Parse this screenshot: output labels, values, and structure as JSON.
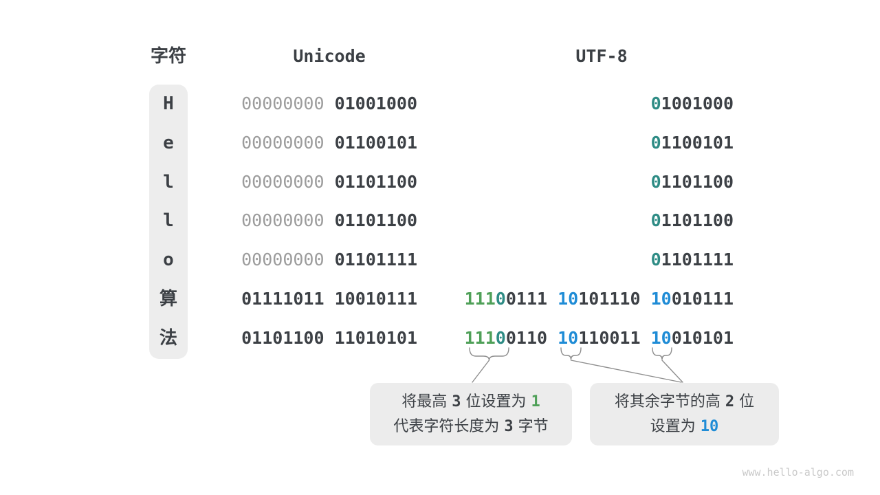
{
  "header": {
    "char": "字符",
    "unicode": "Unicode",
    "utf8": "UTF-8"
  },
  "colors": {
    "dark_text": "#3C4045",
    "gray_bits": "#9C9C9C",
    "green_prefix": "#4FA058",
    "teal_zero": "#2E8C85",
    "blue_prefix": "#1F8CD6",
    "box_background": "#ECECEC",
    "connector_gray": "#8E8E8E"
  },
  "rows": [
    {
      "char": "H",
      "unicode": [
        {
          "t": "00000000",
          "c": "gray"
        },
        {
          "t": " 01001000",
          "c": "dark"
        }
      ],
      "utf8": [
        {
          "t": "0",
          "c": "teal"
        },
        {
          "t": "1001000",
          "c": "dark"
        }
      ]
    },
    {
      "char": "e",
      "unicode": [
        {
          "t": "00000000",
          "c": "gray"
        },
        {
          "t": " 01100101",
          "c": "dark"
        }
      ],
      "utf8": [
        {
          "t": "0",
          "c": "teal"
        },
        {
          "t": "1100101",
          "c": "dark"
        }
      ]
    },
    {
      "char": "l",
      "unicode": [
        {
          "t": "00000000",
          "c": "gray"
        },
        {
          "t": " 01101100",
          "c": "dark"
        }
      ],
      "utf8": [
        {
          "t": "0",
          "c": "teal"
        },
        {
          "t": "1101100",
          "c": "dark"
        }
      ]
    },
    {
      "char": "l",
      "unicode": [
        {
          "t": "00000000",
          "c": "gray"
        },
        {
          "t": " 01101100",
          "c": "dark"
        }
      ],
      "utf8": [
        {
          "t": "0",
          "c": "teal"
        },
        {
          "t": "1101100",
          "c": "dark"
        }
      ]
    },
    {
      "char": "o",
      "unicode": [
        {
          "t": "00000000",
          "c": "gray"
        },
        {
          "t": " 01101111",
          "c": "dark"
        }
      ],
      "utf8": [
        {
          "t": "0",
          "c": "teal"
        },
        {
          "t": "1101111",
          "c": "dark"
        }
      ]
    },
    {
      "char": "算",
      "unicode": [
        {
          "t": "01111011 10010111",
          "c": "dark"
        }
      ],
      "utf8": [
        {
          "t": "111",
          "c": "green"
        },
        {
          "t": "0",
          "c": "teal"
        },
        {
          "t": "0111 ",
          "c": "dark"
        },
        {
          "t": "10",
          "c": "blue"
        },
        {
          "t": "101110 ",
          "c": "dark"
        },
        {
          "t": "10",
          "c": "blue"
        },
        {
          "t": "010111",
          "c": "dark"
        }
      ]
    },
    {
      "char": "法",
      "unicode": [
        {
          "t": "01101100 11010101",
          "c": "dark"
        }
      ],
      "utf8": [
        {
          "t": "111",
          "c": "green"
        },
        {
          "t": "0",
          "c": "teal"
        },
        {
          "t": "0110 ",
          "c": "dark"
        },
        {
          "t": "10",
          "c": "blue"
        },
        {
          "t": "110011 ",
          "c": "dark"
        },
        {
          "t": "10",
          "c": "blue"
        },
        {
          "t": "010101",
          "c": "dark"
        }
      ]
    }
  ],
  "callouts": [
    {
      "lines": [
        [
          {
            "t": "将最高",
            "c": "text"
          },
          {
            "t": "3",
            "c": "digit"
          },
          {
            "t": "位设置为",
            "c": "text"
          },
          {
            "t": "1",
            "c": "green"
          }
        ],
        [
          {
            "t": "代表字符长度为",
            "c": "text"
          },
          {
            "t": "3",
            "c": "digit"
          },
          {
            "t": "字节",
            "c": "text"
          }
        ]
      ]
    },
    {
      "lines": [
        [
          {
            "t": "将其余字节的高",
            "c": "text"
          },
          {
            "t": "2",
            "c": "digit"
          },
          {
            "t": "位",
            "c": "text"
          }
        ],
        [
          {
            "t": "设置为",
            "c": "text"
          },
          {
            "t": "10",
            "c": "blue"
          }
        ]
      ]
    }
  ],
  "watermark": "www.hello-algo.com"
}
